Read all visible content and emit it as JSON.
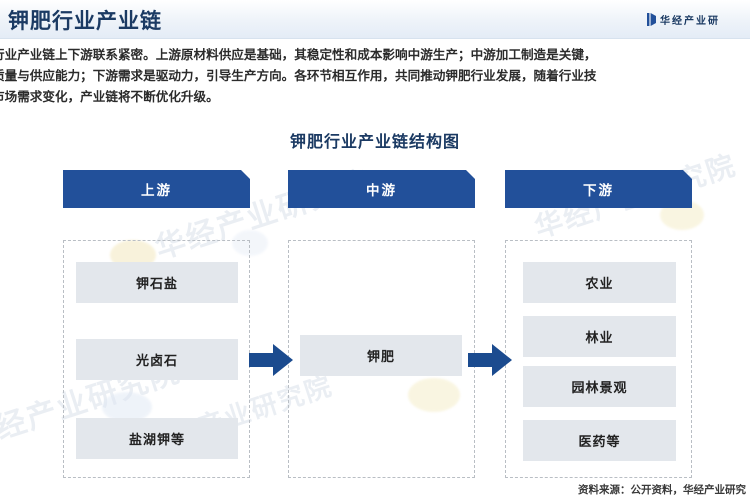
{
  "header": {
    "title": "钾肥行业产业链",
    "brand_text": "华经产业研",
    "brand_icon": "brand-mark-icon"
  },
  "intro": {
    "line1": "行业产业链上下游联系紧密。上游原材料供应是基础，其稳定性和成本影响中游生产；中游加工制造是关键，",
    "line2": "质量与供应能力；下游需求是驱动力，引导生产方向。各环节相互作用，共同推动钾肥行业发展，随着行业技",
    "line3": "市场需求变化，产业链将不断优化升级。"
  },
  "section": {
    "title": "钾肥行业产业链结构图"
  },
  "diagram": {
    "banners": [
      {
        "label": "上游"
      },
      {
        "label": "中游"
      },
      {
        "label": "下游"
      }
    ],
    "columns": [
      {
        "name": "upstream",
        "items": [
          {
            "label": "钾石盐"
          },
          {
            "label": "光卤石"
          },
          {
            "label": "盐湖钾等"
          }
        ]
      },
      {
        "name": "midstream",
        "items": [
          {
            "label": "钾肥"
          }
        ]
      },
      {
        "name": "downstream",
        "items": [
          {
            "label": "农业"
          },
          {
            "label": "林业"
          },
          {
            "label": "园林景观"
          },
          {
            "label": "医药等"
          }
        ]
      }
    ],
    "arrows": [
      {
        "name": "arrow-upstream-to-midstream"
      },
      {
        "name": "arrow-midstream-to-downstream"
      }
    ]
  },
  "footer": {
    "source": "资料来源：公开资料，华经产业研究"
  },
  "colors": {
    "banner_blue": "#22509A",
    "arrow_blue": "#1B4B8F",
    "item_fill": "#E3E7EC",
    "title_navy": "#1B3A63",
    "dashed_border": "#B9BEC4"
  },
  "watermarks": [
    {
      "text": "华经产业研究院"
    },
    {
      "text": "华经产业研究院"
    },
    {
      "text": "华经产业研究院"
    },
    {
      "text": "华经产业研究院"
    }
  ]
}
